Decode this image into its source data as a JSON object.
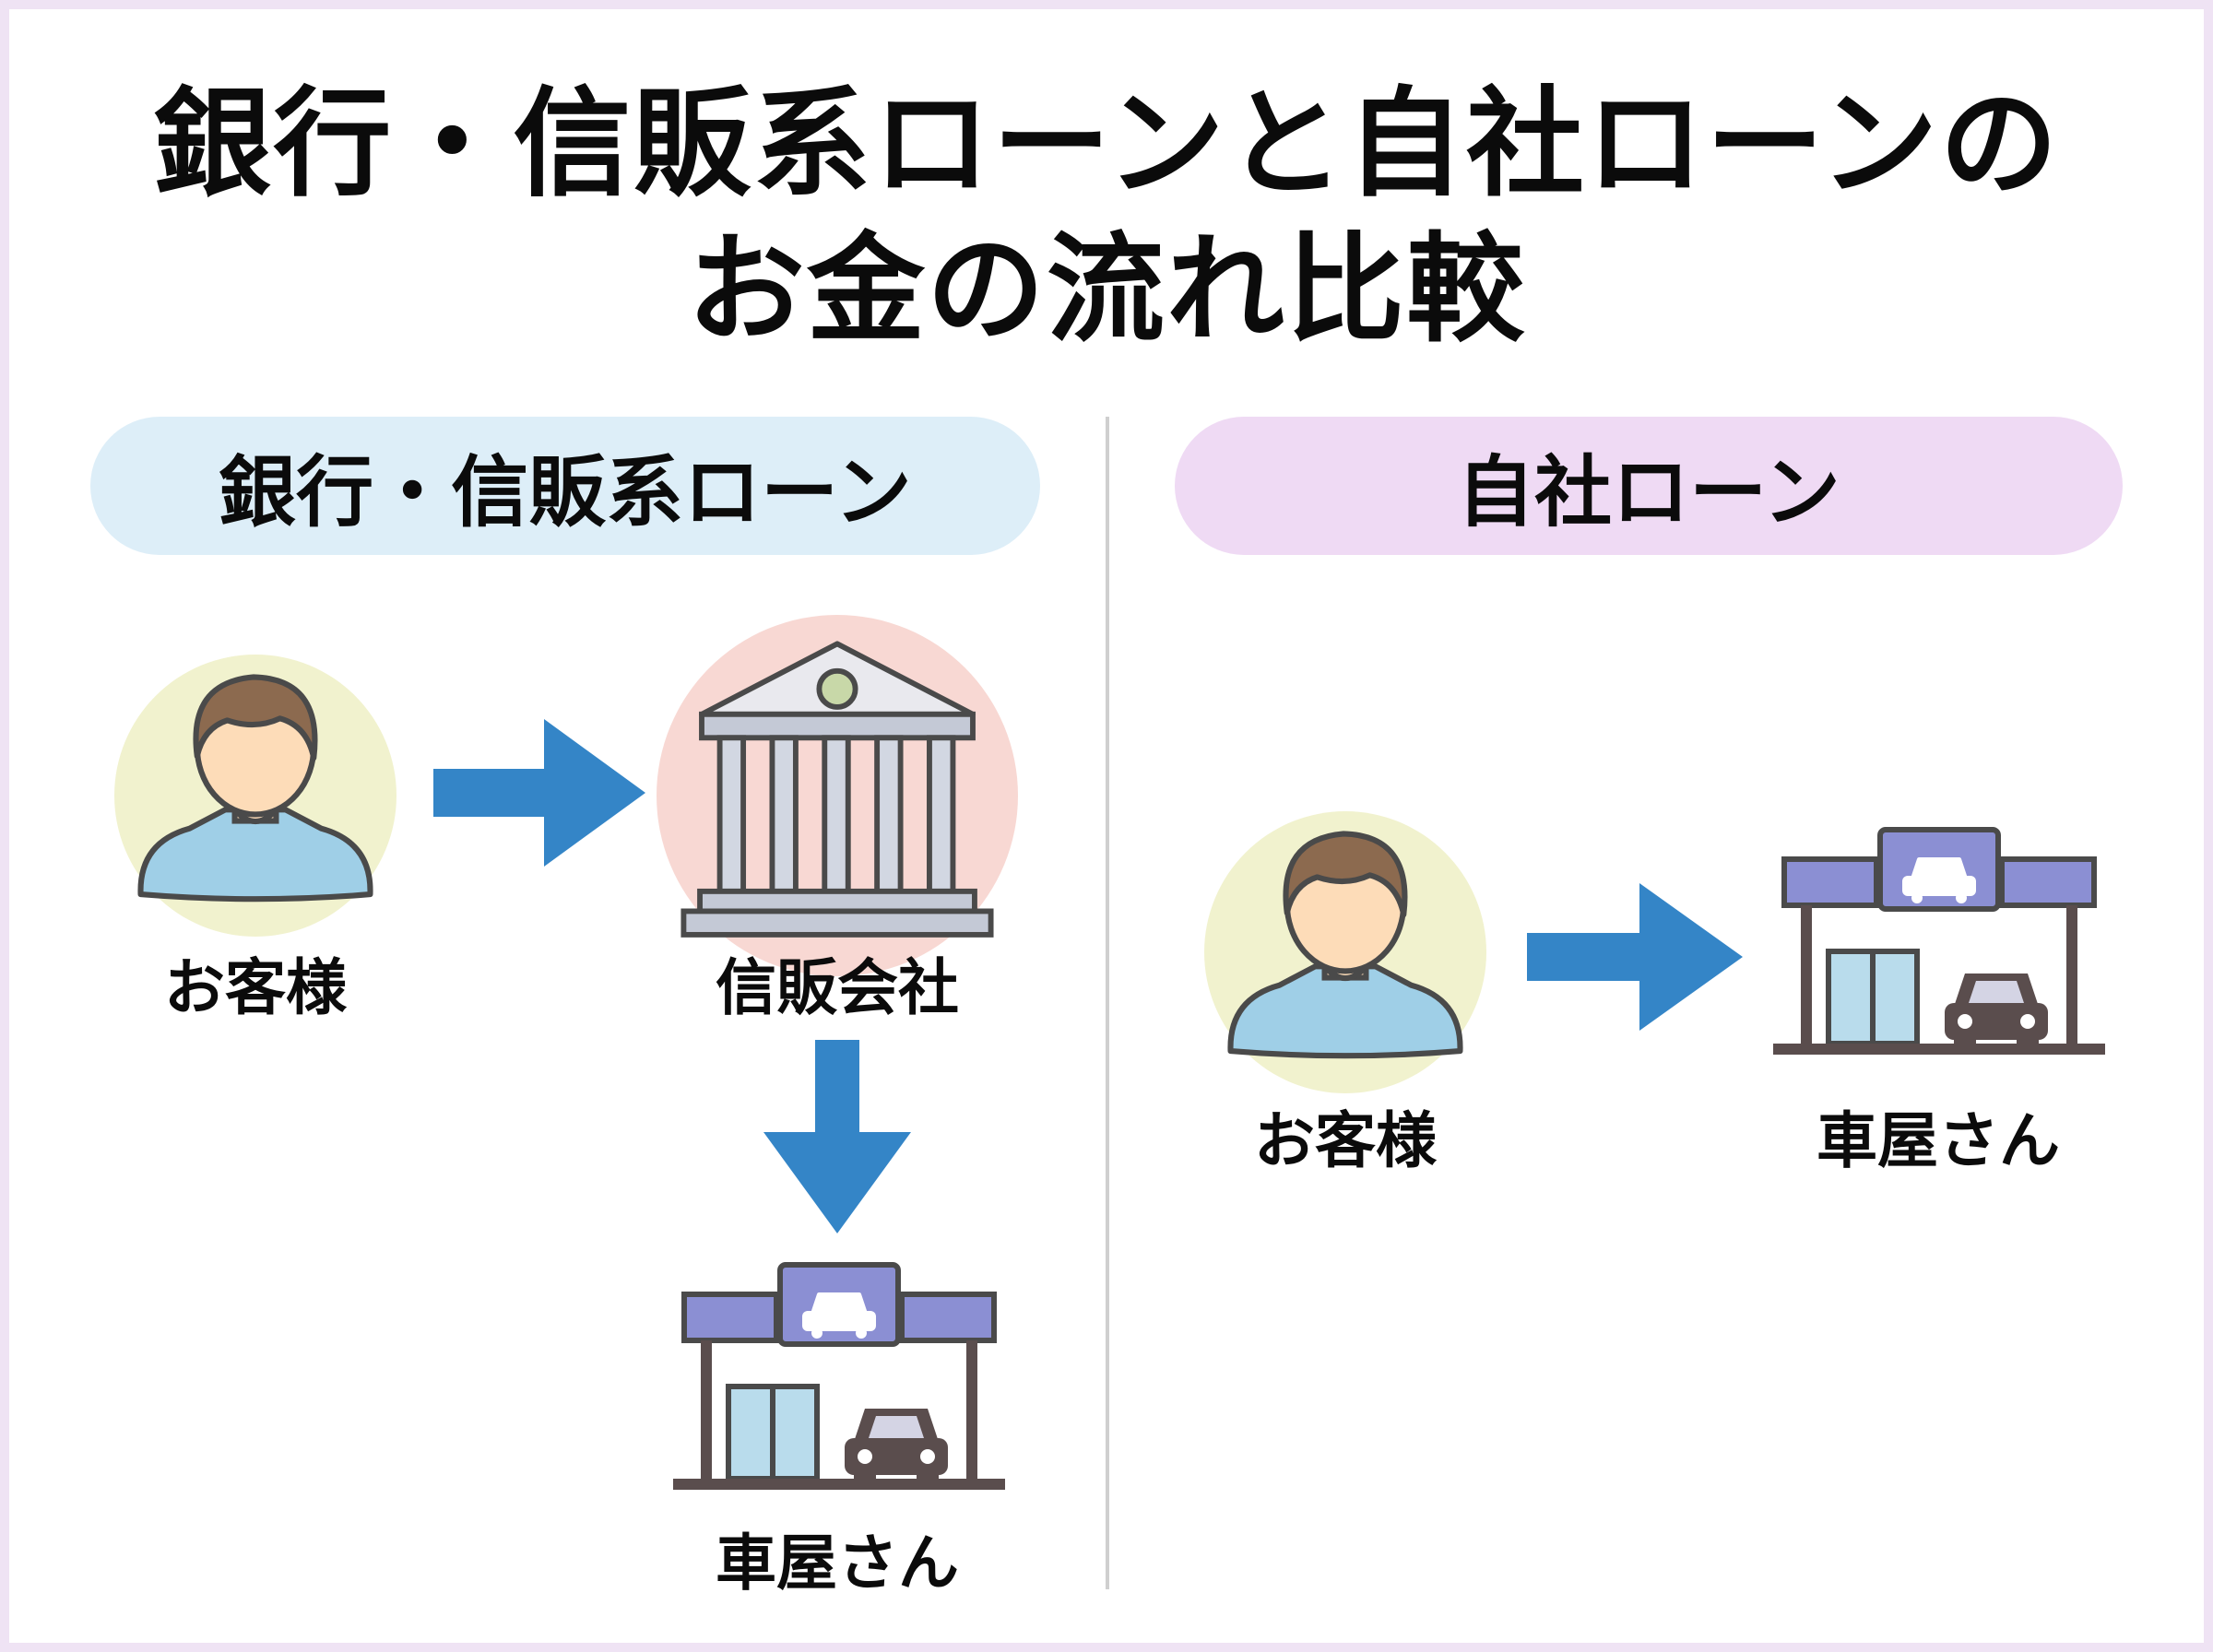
{
  "title": {
    "line1": "銀行・信販系ローンと自社ローンの",
    "line2": "お金の流れ比較"
  },
  "left_panel": {
    "header": "銀行・信販系ローン",
    "nodes": {
      "customer": "お客様",
      "finance_company": "信販会社",
      "dealer": "車屋さん"
    }
  },
  "right_panel": {
    "header": "自社ローン",
    "nodes": {
      "customer": "お客様",
      "dealer": "車屋さん"
    }
  },
  "icons": {
    "customer": "person-icon",
    "finance_company": "bank-building-icon",
    "dealer": "car-dealership-icon",
    "flow": "arrow-icon"
  },
  "colors": {
    "arrow": "#3485c7",
    "person_circle": "#f1f2ce",
    "bank_circle": "#f8d8d3",
    "left_header_bg": "#ddeef8",
    "right_header_bg": "#efdaf4",
    "dealer_sign": "#8b8fd3",
    "dealer_window": "#b9dcec"
  }
}
